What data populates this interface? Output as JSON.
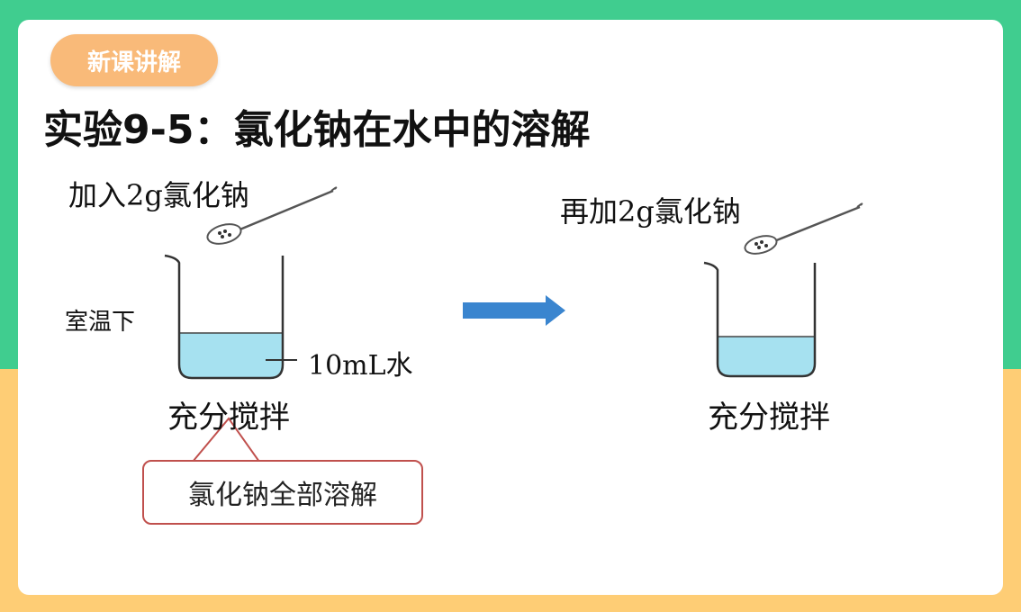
{
  "badge": "新课讲解",
  "title": "实验9-5：氯化钠在水中的溶解",
  "left": {
    "add_label": "加入2g氯化钠",
    "temp_label": "室温下",
    "water_label": "10mL水",
    "stir_label": "充分搅拌",
    "result_label": "氯化钠全部溶解"
  },
  "right": {
    "add_label": "再加2g氯化钠",
    "stir_label": "充分搅拌"
  },
  "colors": {
    "water": "#a6e1f0",
    "arrow": "#3a85cf",
    "callout_border": "#c0504d",
    "badge": "#f9ba79"
  }
}
